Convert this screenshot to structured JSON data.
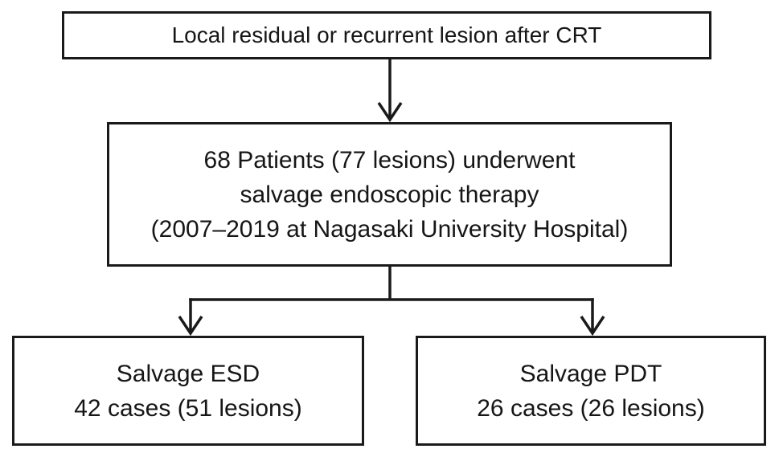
{
  "figure": {
    "background_color": "#ffffff",
    "line_color": "#1a1a1a",
    "text_color": "#161616",
    "nodes": {
      "root": {
        "text": "Local residual or recurrent lesion after CRT"
      },
      "cohort": {
        "lines": [
          "68 Patients (77 lesions) underwent",
          "salvage endoscopic therapy",
          "(2007–2019 at Nagasaki University Hospital)"
        ]
      },
      "esd": {
        "lines": [
          "Salvage ESD",
          "42 cases (51 lesions)"
        ]
      },
      "pdt": {
        "lines": [
          "Salvage PDT",
          "26 cases (26 lesions)"
        ]
      }
    }
  }
}
